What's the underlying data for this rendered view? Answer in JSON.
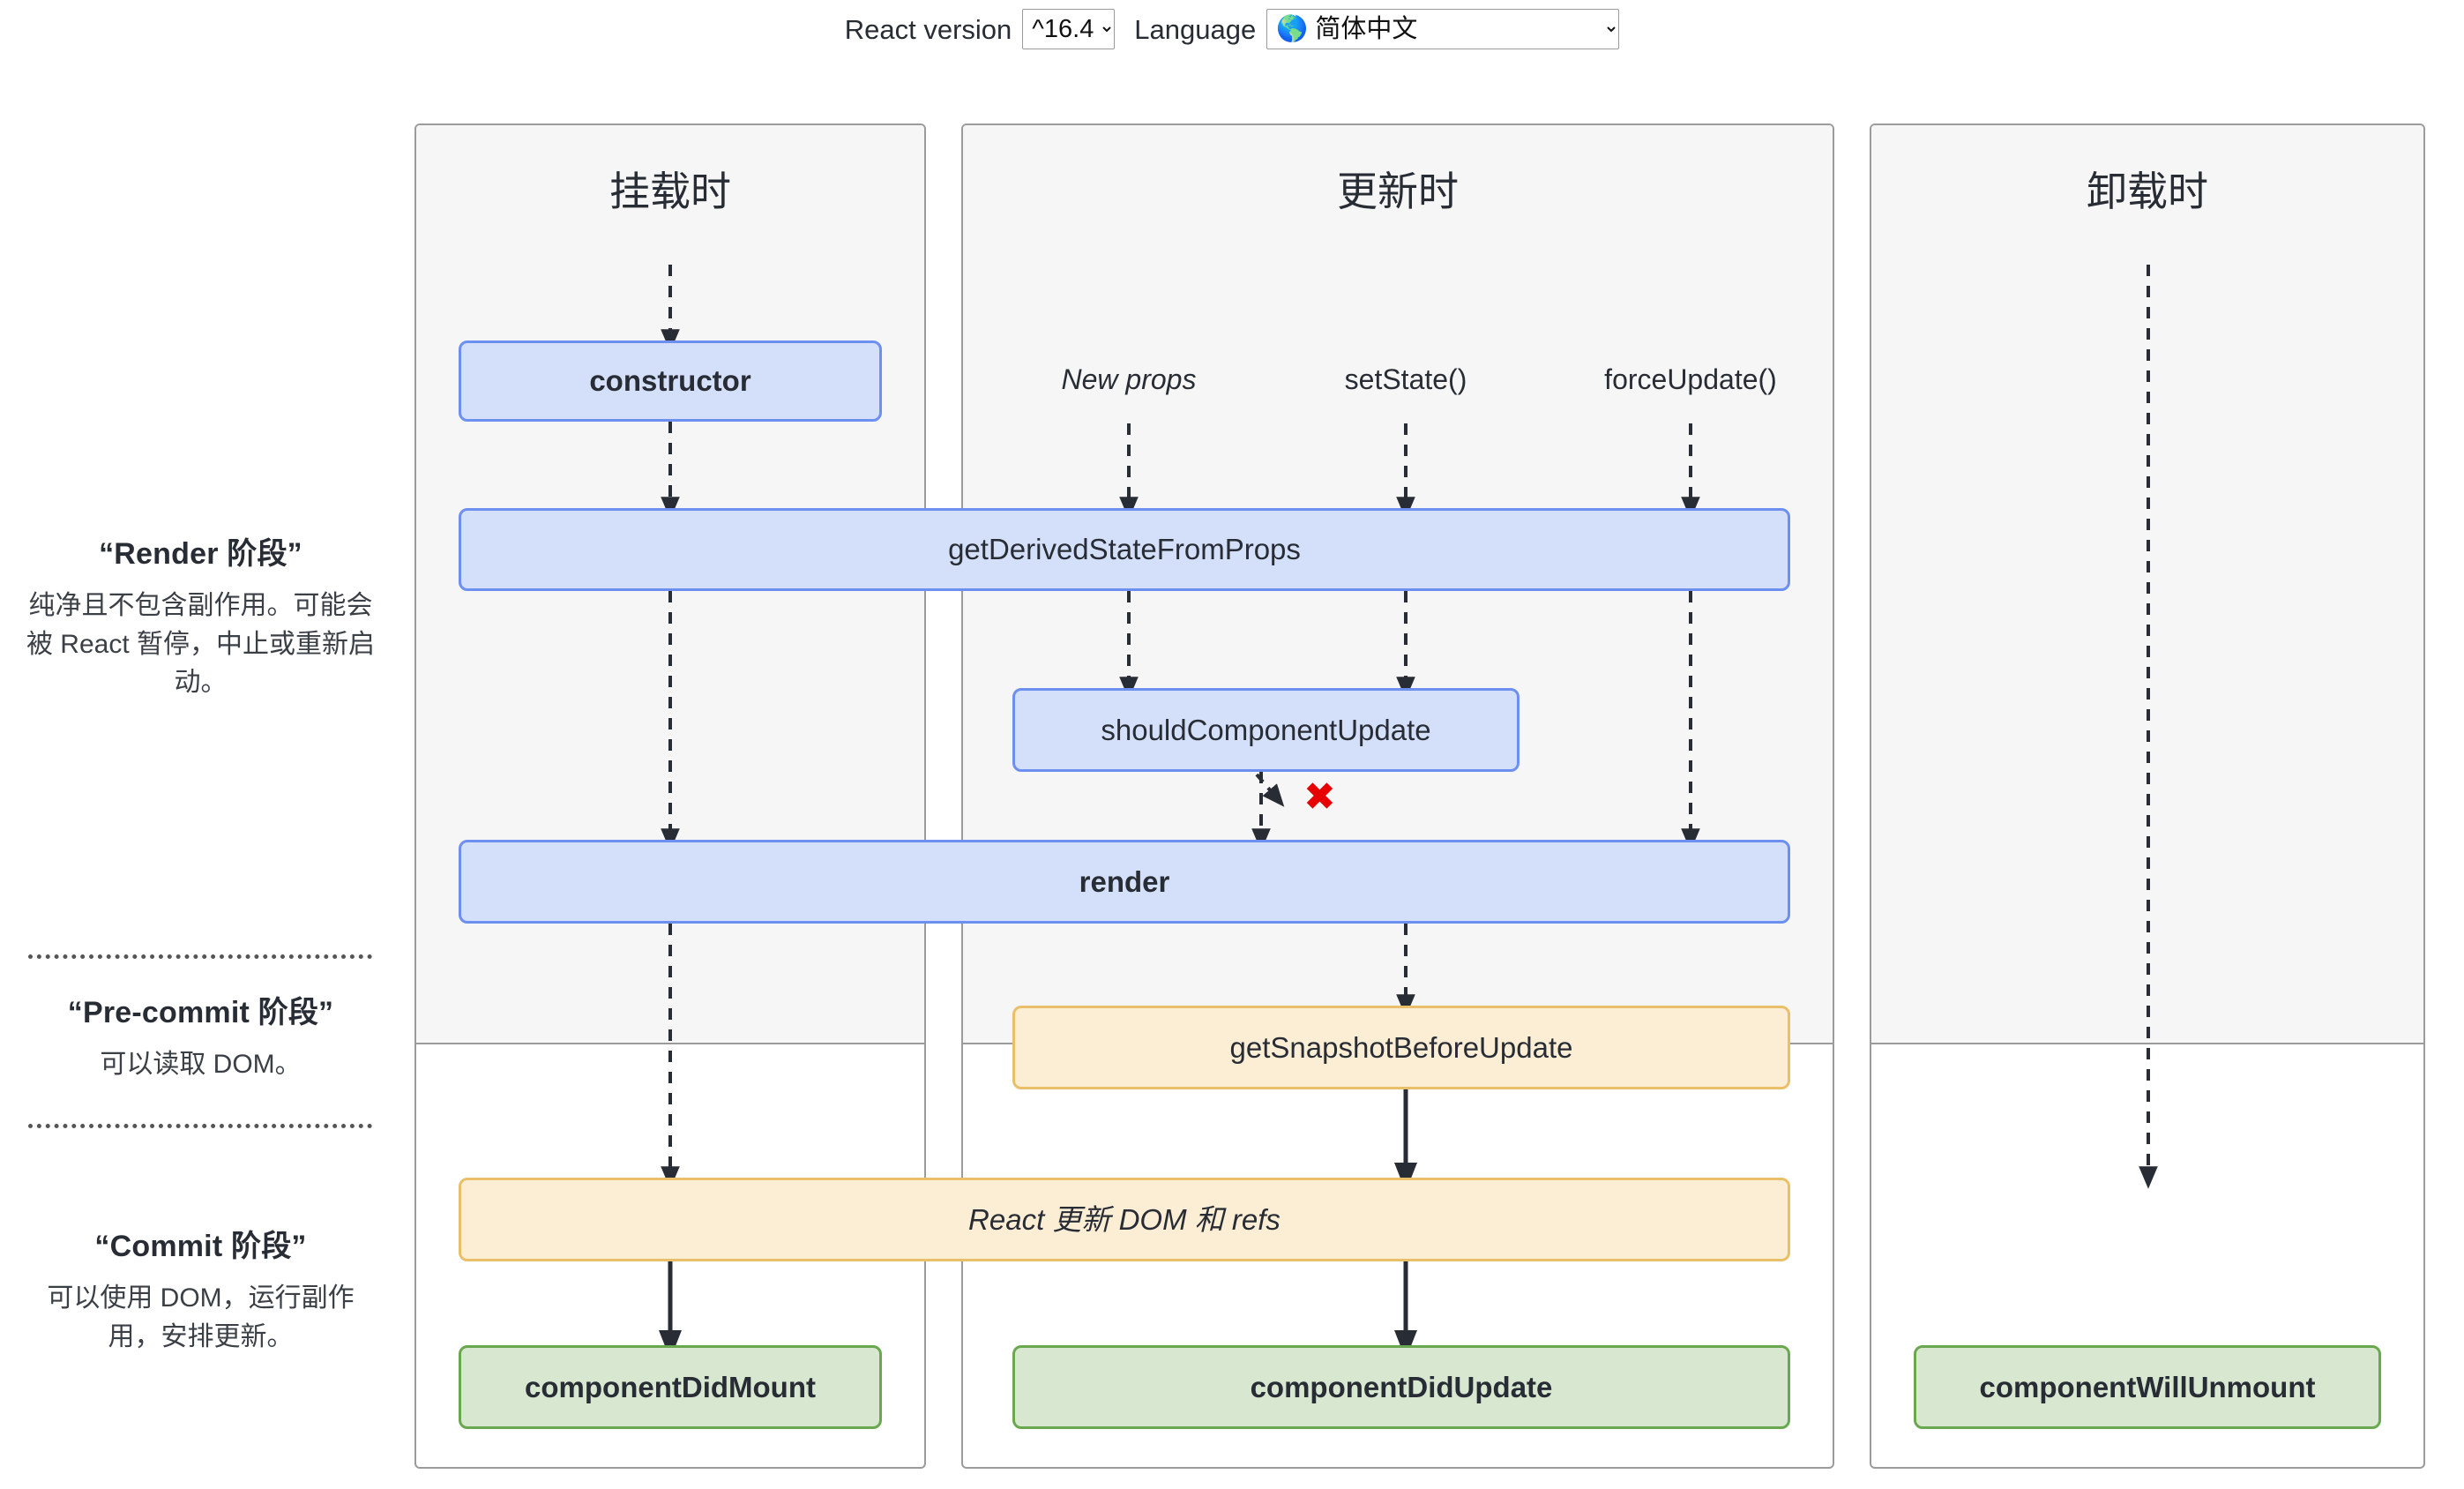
{
  "header": {
    "react_version_label": "React version",
    "react_version_value": "^16.4",
    "language_label": "Language",
    "language_value": "🌎 简体中文"
  },
  "legend": [
    {
      "title": "“Render 阶段”",
      "desc": "纯净且不包含副作用。可能会被 React 暂停，中止或重新启动。"
    },
    {
      "title": "“Pre-commit 阶段”",
      "desc": "可以读取 DOM。"
    },
    {
      "title": "“Commit 阶段”",
      "desc": "可以使用 DOM，运行副作用，安排更新。"
    }
  ],
  "columns": [
    {
      "id": "mounting",
      "title": "挂载时"
    },
    {
      "id": "updating",
      "title": "更新时"
    },
    {
      "id": "unmounting",
      "title": "卸载时"
    }
  ],
  "triggers": [
    {
      "label": "New props"
    },
    {
      "label": "setState()"
    },
    {
      "label": "forceUpdate()"
    }
  ],
  "boxes": [
    {
      "label": "constructor",
      "color": "blue"
    },
    {
      "label": "getDerivedStateFromProps",
      "color": "blue"
    },
    {
      "label": "shouldComponentUpdate",
      "color": "blue"
    },
    {
      "label": "render",
      "color": "blue"
    },
    {
      "label": "getSnapshotBeforeUpdate",
      "color": "cream"
    },
    {
      "label": "React 更新 DOM 和 refs",
      "color": "cream"
    },
    {
      "label": "componentDidMount",
      "color": "green"
    },
    {
      "label": "componentDidUpdate",
      "color": "green"
    },
    {
      "label": "componentWillUnmount",
      "color": "green"
    }
  ],
  "annotations": {
    "bailout_mark": "✖"
  },
  "colors": {
    "blue_fill": "#d4e0fa",
    "blue_border": "#6c8ff0",
    "cream_fill": "#fbeed5",
    "cream_border": "#e9bf6a",
    "green_fill": "#d8e8d0",
    "green_border": "#6aa84f",
    "panel_bg": "#f6f6f6",
    "panel_border": "#9b9b9b",
    "bailout_red": "#e60000",
    "text": "#282c34"
  }
}
